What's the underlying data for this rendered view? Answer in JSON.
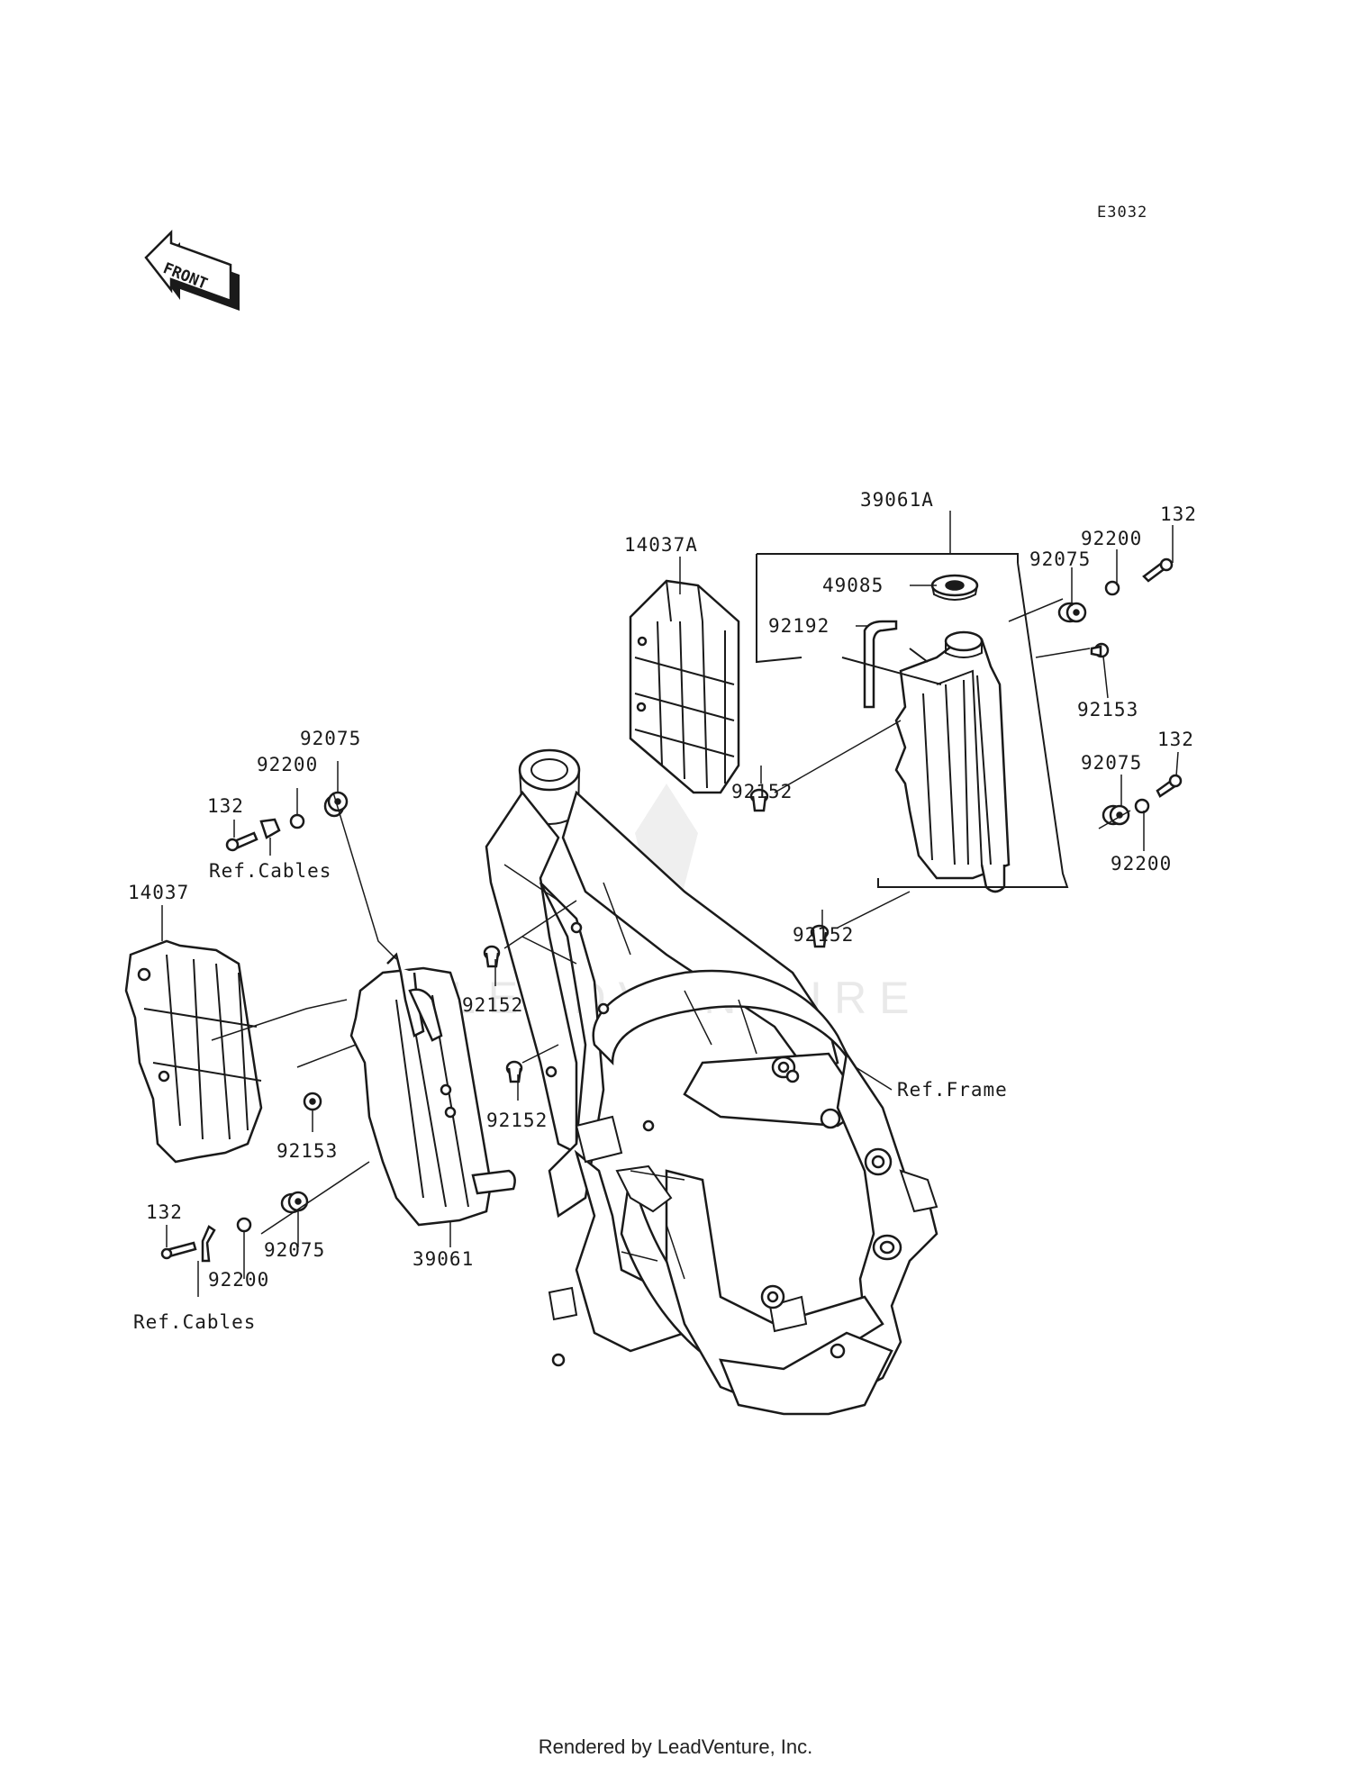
{
  "diagram_code": "E3032",
  "front_arrow": "FRONT",
  "watermark": "LEADVENTURE",
  "footer": "Rendered by LeadVenture, Inc.",
  "labels": {
    "l39061A": "39061A",
    "l14037A": "14037A",
    "l132_top": "132",
    "l92200_top": "92200",
    "l92075_top": "92075",
    "l49085": "49085",
    "l92192": "92192",
    "l92153_right": "92153",
    "l132_right": "132",
    "l92075_right": "92075",
    "l92200_right": "92200",
    "l92152_a": "92152",
    "l92152_b": "92152",
    "l92152_c": "92152",
    "l92152_d": "92152",
    "l92075_left": "92075",
    "l92200_left": "92200",
    "l132_left": "132",
    "ref_cables_top": "Ref.Cables",
    "l14037": "14037",
    "ref_frame": "Ref.Frame",
    "l92153_left": "92153",
    "l132_bottom": "132",
    "l92200_bottom": "92200",
    "l92075_bottom": "92075",
    "l39061": "39061",
    "ref_cables_bottom": "Ref.Cables"
  }
}
